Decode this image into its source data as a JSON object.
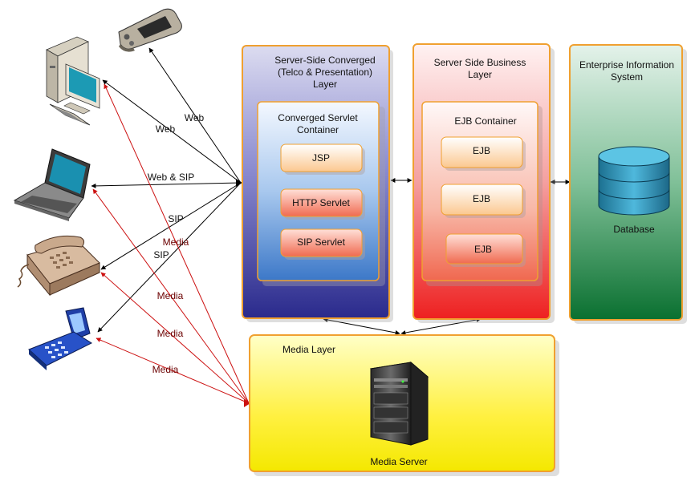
{
  "layers": {
    "converged": {
      "title_lines": [
        "Server-Side Converged",
        "(Telco & Presentation)",
        "Layer"
      ],
      "container_lines": [
        "Converged Servlet",
        "Container"
      ],
      "items": [
        "JSP",
        "HTTP Servlet",
        "SIP Servlet"
      ]
    },
    "business": {
      "title_lines": [
        "Server Side Business",
        "Layer"
      ],
      "container_title": "EJB Container",
      "items": [
        "EJB",
        "EJB",
        "EJB"
      ]
    },
    "enterprise": {
      "title_lines": [
        "Enterprise Information",
        "System"
      ],
      "database_label": "Database"
    },
    "media": {
      "title": "Media Layer",
      "server_label": "Media Server"
    }
  },
  "connections": {
    "web_1": "Web",
    "web_2": "Web",
    "web_sip": "Web & SIP",
    "sip_1": "SIP",
    "sip_2": "SIP",
    "media_1": "Media",
    "media_2": "Media",
    "media_3": "Media",
    "media_4": "Media"
  },
  "devices": [
    "pda-icon",
    "desktop-computer-icon",
    "laptop-icon",
    "desk-phone-icon",
    "mobile-phone-icon",
    "media-server-icon",
    "database-icon"
  ],
  "colors": {
    "border_orange": "#f0a030",
    "arrow_black": "#000000",
    "arrow_red": "#cc1111",
    "label_red": "#6b0000"
  }
}
